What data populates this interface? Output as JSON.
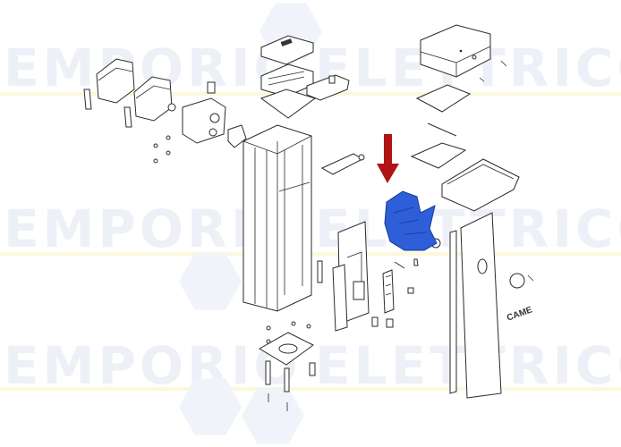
{
  "diagram": {
    "type": "exploded-parts-view",
    "watermark": {
      "rows": [
        {
          "left": "EMPORIO",
          "right": "ELETTRICO"
        },
        {
          "left": "EMPORIO",
          "right": "ELETTRICO"
        },
        {
          "left": "EMPORIO",
          "right": "ELETTRICO"
        }
      ]
    },
    "brand_marks": [
      "CAME"
    ],
    "highlighted_part": {
      "name": "gearmotor",
      "color": "#2e5fd8",
      "indicator": "red arrow",
      "indicator_color": "#b01313"
    },
    "parts": [
      "cabinet-column",
      "control-box-lid",
      "control-box",
      "control-board",
      "motor-cover",
      "cover-bases",
      "cover-seal-frame",
      "front-door-panel",
      "side-trim",
      "lock-cylinder",
      "electronics-plate",
      "battery-pack",
      "anchor-plate",
      "anchor-bolts",
      "spring-covers",
      "boom-mount-plate",
      "gearmotor"
    ]
  }
}
